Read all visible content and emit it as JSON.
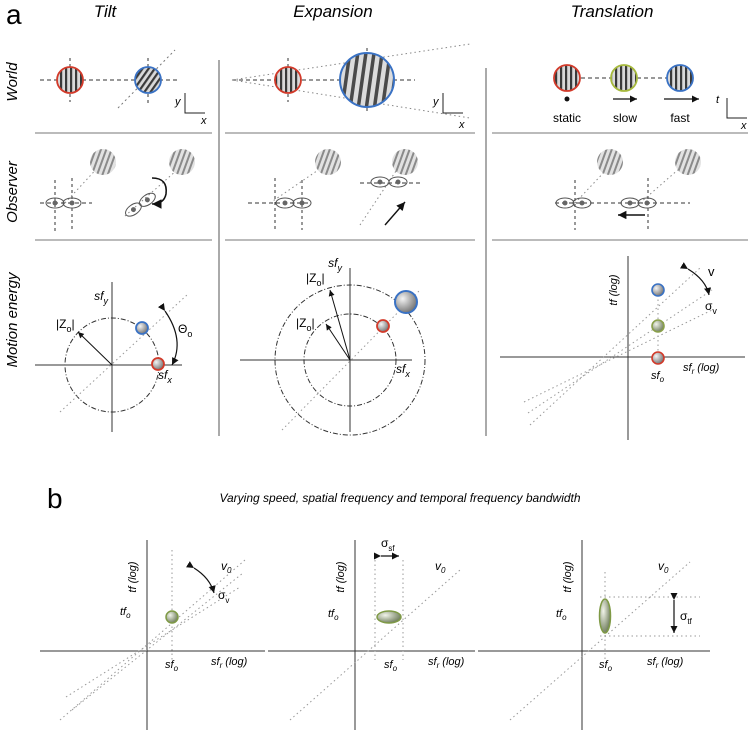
{
  "panel_a": {
    "letter": "a",
    "columns": [
      "Tilt",
      "Expansion",
      "Translation"
    ],
    "rows": [
      "World",
      "Observer",
      "Motion energy"
    ],
    "world_axes": {
      "tilt": {
        "v": "y",
        "h": "x"
      },
      "expansion": {
        "v": "y",
        "h": "x"
      },
      "translation": {
        "v": "t",
        "h": "x"
      }
    },
    "translation_labels": [
      "static",
      "slow",
      "fast"
    ],
    "tilt_energy": {
      "y_axis": "sf",
      "y_sub": "y",
      "x_axis": "sf",
      "x_sub": "x",
      "radius": "|Z",
      "radius_sub": "o",
      "radius_end": "|",
      "angle": "Θ",
      "angle_sub": "o"
    },
    "expansion_energy": {
      "y_axis": "sf",
      "y_sub": "y",
      "x_axis": "sf",
      "x_sub": "x",
      "radius": "|Z",
      "radius_sub": "o",
      "radius_end": "|"
    },
    "translation_energy": {
      "y_axis": "tf (log)",
      "x_axis": "sf",
      "x_sub": "r",
      "x_suffix": " (log)",
      "v": "v",
      "sigma": "σ",
      "sigma_sub": "v",
      "sf0": "sf",
      "sf0_sub": "o"
    }
  },
  "panel_b": {
    "letter": "b",
    "title": "Varying speed, spatial frequency and temporal frequency bandwidth",
    "plots": [
      {
        "y_axis": "tf (log)",
        "x_axis": "sf",
        "x_sub": "r",
        "x_suffix": " (log)",
        "tf0": "tf",
        "tf0_sub": "o",
        "sf0": "sf",
        "sf0_sub": "o",
        "v0": "v",
        "v0_sub": "0",
        "sigma": "σ",
        "sigma_sub": "v"
      },
      {
        "y_axis": "tf (log)",
        "x_axis": "sf",
        "x_sub": "r",
        "x_suffix": " (log)",
        "tf0": "tf",
        "tf0_sub": "o",
        "sf0": "sf",
        "sf0_sub": "o",
        "v0": "v",
        "v0_sub": "0",
        "sigma": "σ",
        "sigma_sub": "sf"
      },
      {
        "y_axis": "tf (log)",
        "x_axis": "sf",
        "x_sub": "r",
        "x_suffix": " (log)",
        "tf0": "tf",
        "tf0_sub": "o",
        "sf0": "sf",
        "sf0_sub": "o",
        "v0": "v",
        "v0_sub": "0",
        "sigma": "σ",
        "sigma_sub": "tf"
      }
    ]
  }
}
